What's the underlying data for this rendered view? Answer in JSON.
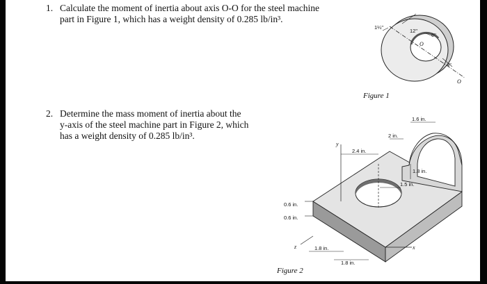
{
  "problems": [
    {
      "number": "1.",
      "line1": "Calculate the moment of inertia about axis O-O for the steel machine",
      "line2": "part in Figure 1, which has a weight density of 0.285 lb/in³."
    },
    {
      "number": "2.",
      "line1": "Determine the mass moment of inertia about the",
      "line2": "y-axis of the steel machine part in Figure 2, which",
      "line3": "has a weight density of 0.285 lb/in³."
    }
  ],
  "figure1": {
    "caption": "Figure 1",
    "labels": {
      "thickness": "1¼\"",
      "outer_dia": "12\"",
      "inner_dia": "6\"",
      "offset": "4\"",
      "axis_a": "O",
      "axis_b": "O"
    }
  },
  "figure2": {
    "caption": "Figure 2",
    "labels": {
      "y_axis": "y",
      "x_axis": "x",
      "z_axis": "z",
      "d_2_4": "2.4 in.",
      "d_2": "2 in.",
      "d_1_6": "1.6 in.",
      "d_1_8_vert": "1.8 in.",
      "d_1_5": "1.5 in.",
      "d_0_6_top": "0.6 in.",
      "d_0_6_bot": "0.6 in.",
      "d_1_8_a": "1.8 in.",
      "d_1_8_b": "1.8 in."
    }
  },
  "colors": {
    "frame": "#050505",
    "part_shade": "#cfcfcf",
    "part_light": "#ededed"
  }
}
